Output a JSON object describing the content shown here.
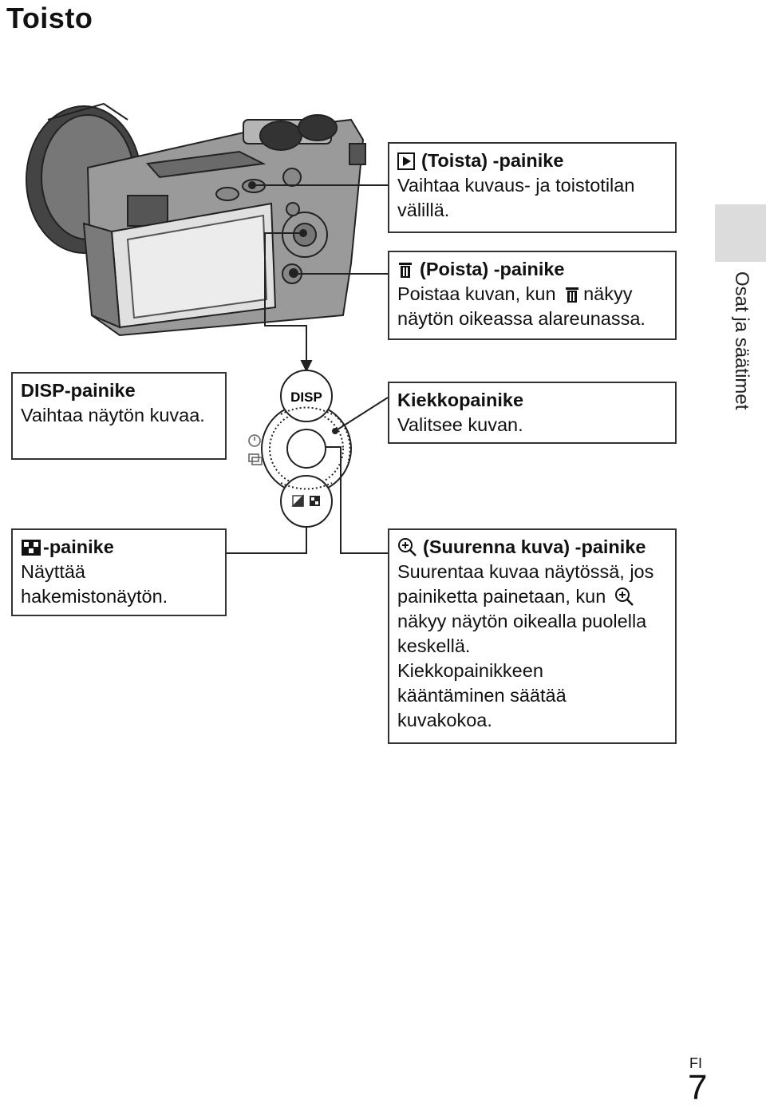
{
  "page": {
    "title": "Toisto",
    "side_label": "Osat ja säätimet",
    "lang": "FI",
    "number": "7"
  },
  "icons": {
    "play": "play-icon",
    "trash": "trash-icon",
    "index": "index-grid-icon",
    "zoom": "zoom-in-icon",
    "timer": "self-timer-icon",
    "drive": "continuous-drive-icon",
    "exposure": "exposure-compensation-icon"
  },
  "dial": {
    "disp_label": "DISP"
  },
  "callouts": {
    "play": {
      "head": "(Toista) -painike",
      "lines": [
        "Vaihtaa kuvaus- ja toistotilan",
        "välillä."
      ]
    },
    "delete": {
      "head": "(Poista) -painike",
      "line1a": "Poistaa kuvan, kun",
      "line1b": "näkyy",
      "line2": "näytön oikeassa alareunassa."
    },
    "wheel": {
      "head": "Kiekkopainike",
      "lines": [
        "Valitsee kuvan."
      ]
    },
    "disp": {
      "head": "DISP-painike",
      "lines": [
        "Vaihtaa näytön kuvaa."
      ]
    },
    "index": {
      "head": "-painike",
      "lines": [
        "Näyttää",
        "hakemistonäytön."
      ]
    },
    "zoom": {
      "head": "(Suurenna kuva) -painike",
      "line1": "Suurentaa kuvaa näytössä, jos",
      "line2a": "painiketta painetaan, kun",
      "lines": [
        "näkyy näytön oikealla puolella",
        "keskellä.",
        "Kiekkopainikkeen",
        "kääntäminen säätää",
        "kuvakokoa."
      ]
    }
  }
}
